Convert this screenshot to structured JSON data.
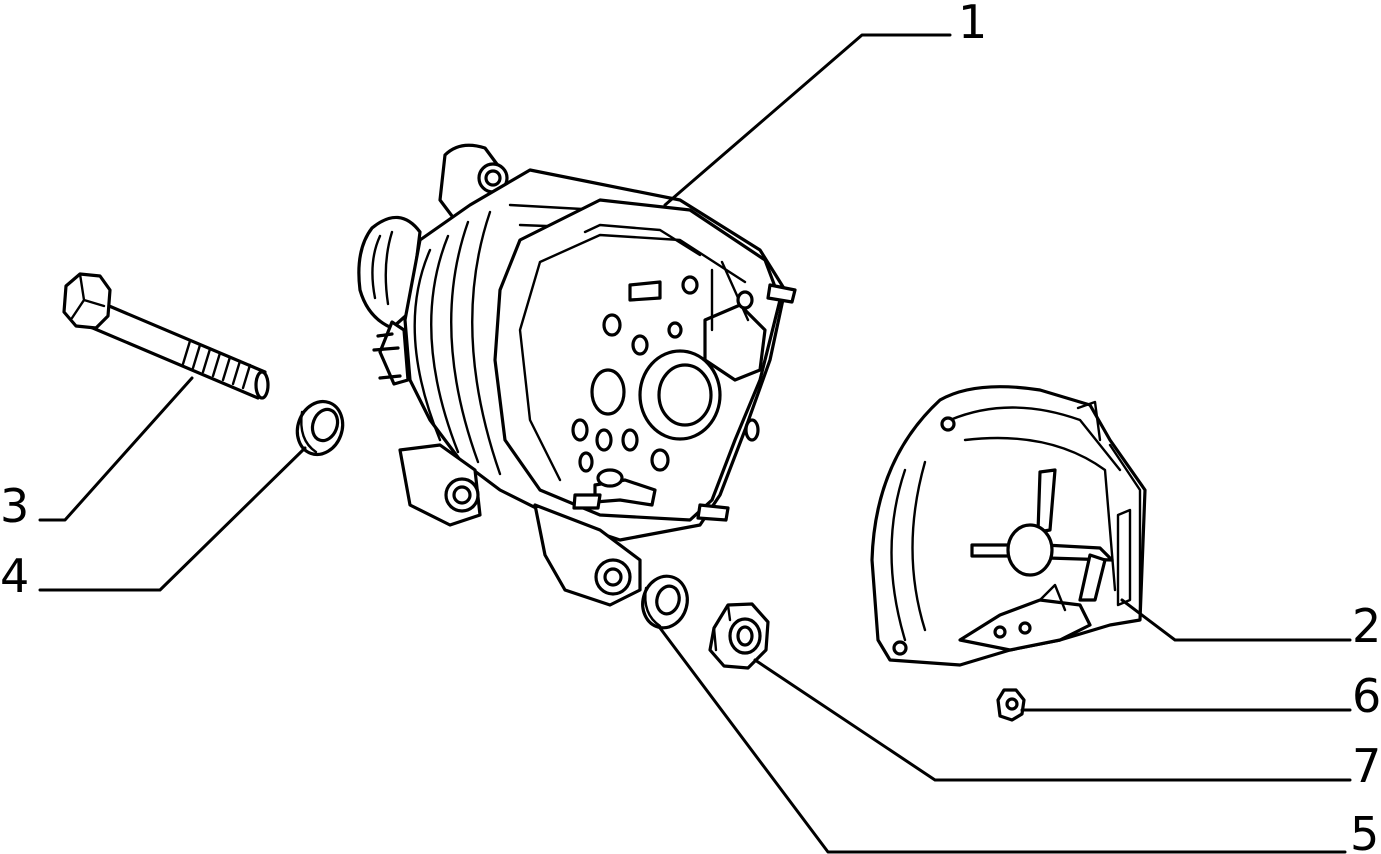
{
  "diagram": {
    "callouts": [
      {
        "id": "1",
        "label": "1",
        "part": "alternator"
      },
      {
        "id": "2",
        "label": "2",
        "part": "rear-cover"
      },
      {
        "id": "3",
        "label": "3",
        "part": "bolt"
      },
      {
        "id": "4",
        "label": "4",
        "part": "washer-left"
      },
      {
        "id": "5",
        "label": "5",
        "part": "washer-center"
      },
      {
        "id": "6",
        "label": "6",
        "part": "small-nut"
      },
      {
        "id": "7",
        "label": "7",
        "part": "hex-nut"
      }
    ],
    "colors": {
      "line": "#000000",
      "background": "#ffffff"
    }
  }
}
